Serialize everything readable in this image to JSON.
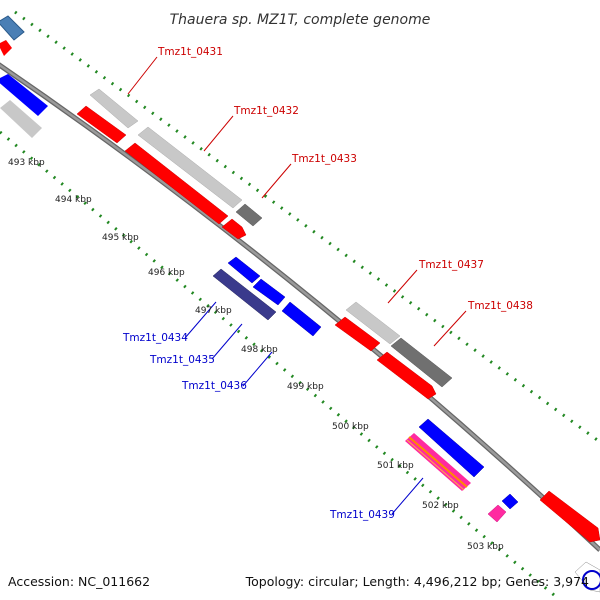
{
  "title": "Thauera sp. MZ1T, complete genome",
  "footer": {
    "accession": "Accession: NC_011662",
    "summary": "Topology: circular; Length: 4,496,212 bp; Genes: 3,974"
  },
  "scale_labels": [
    "493 kbp",
    "494 kbp",
    "495 kbp",
    "496 kbp",
    "497 kbp",
    "498 kbp",
    "499 kbp",
    "500 kbp",
    "501 kbp",
    "502 kbp",
    "503 kbp"
  ],
  "genes_forward": [
    {
      "id": "Tmz1t_0431"
    },
    {
      "id": "Tmz1t_0432"
    },
    {
      "id": "Tmz1t_0433"
    },
    {
      "id": "Tmz1t_0437"
    },
    {
      "id": "Tmz1t_0438"
    }
  ],
  "genes_reverse": [
    {
      "id": "Tmz1t_0434"
    },
    {
      "id": "Tmz1t_0435"
    },
    {
      "id": "Tmz1t_0436"
    },
    {
      "id": "Tmz1t_0439"
    }
  ],
  "colors": {
    "forward_label": "#cc0000",
    "reverse_label": "#0000cc",
    "forward_cds": "#ff0000",
    "reverse_cds": "#0000ff",
    "gene_bar": "#c8c8c8",
    "gene_bar_dark": "#707070",
    "backbone": "#808080",
    "ticks": "#228822",
    "purple": "#3a3a8c",
    "pink": "#ff2aa0",
    "orange": "#ff8a00",
    "steelblue": "#4a7fb5"
  }
}
